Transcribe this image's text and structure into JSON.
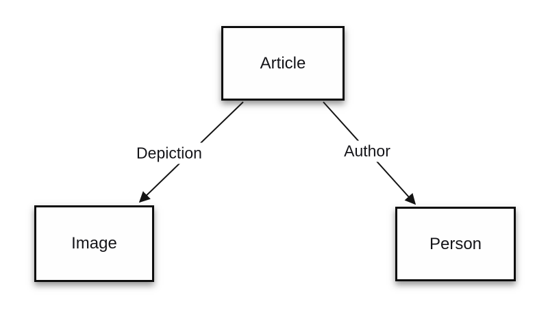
{
  "diagram": {
    "background_color": "#ffffff",
    "stroke_color": "#141414",
    "text_color": "#141418",
    "nodes": [
      {
        "id": "article",
        "label": "Article"
      },
      {
        "id": "image",
        "label": "Image"
      },
      {
        "id": "person",
        "label": "Person"
      }
    ],
    "edges": [
      {
        "from": "article",
        "to": "image",
        "label": "Depiction"
      },
      {
        "from": "article",
        "to": "person",
        "label": "Author"
      }
    ]
  }
}
